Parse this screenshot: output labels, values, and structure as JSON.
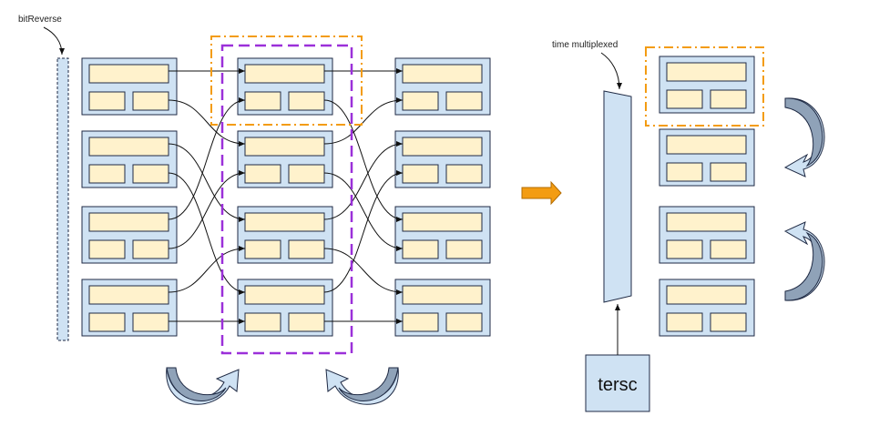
{
  "labels": {
    "bit_reverse": "bitReverse",
    "time_multiplexed": "time multiplexed",
    "tersc": "tersc"
  },
  "colors": {
    "block_fill": "#cfe2f3",
    "block_stroke": "#1f2a44",
    "cell_fill": "#fff2cc",
    "orange_frame": "#f39c12",
    "purple_frame": "#9b30d9",
    "arrow_orange": "#f39c12",
    "curved_arrow_dark": "#8fa2b8",
    "curved_arrow_light": "#cfe2f3"
  },
  "diagram": {
    "stage_columns": 3,
    "blocks_per_column": 4,
    "right_blocks": 4
  }
}
